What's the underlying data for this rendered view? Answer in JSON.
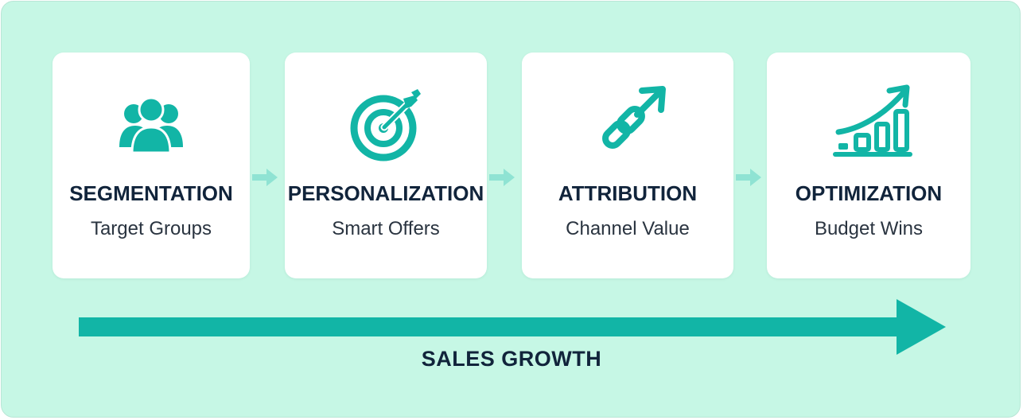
{
  "colors": {
    "background": "#c6f7e5",
    "accent": "#12b5a6",
    "card": "#ffffff",
    "title_text": "#11243b",
    "subtitle_text": "#2a3440"
  },
  "steps": [
    {
      "title": "SEGMENTATION",
      "subtitle": "Target Groups",
      "icon": "users-group-icon"
    },
    {
      "title": "PERSONALIZATION",
      "subtitle": "Smart Offers",
      "icon": "target-arrow-icon"
    },
    {
      "title": "ATTRIBUTION",
      "subtitle": "Channel Value",
      "icon": "link-arrow-icon"
    },
    {
      "title": "OPTIMIZATION",
      "subtitle": "Budget Wins",
      "icon": "growth-bars-icon"
    }
  ],
  "growth": {
    "label": "SALES GROWTH"
  }
}
